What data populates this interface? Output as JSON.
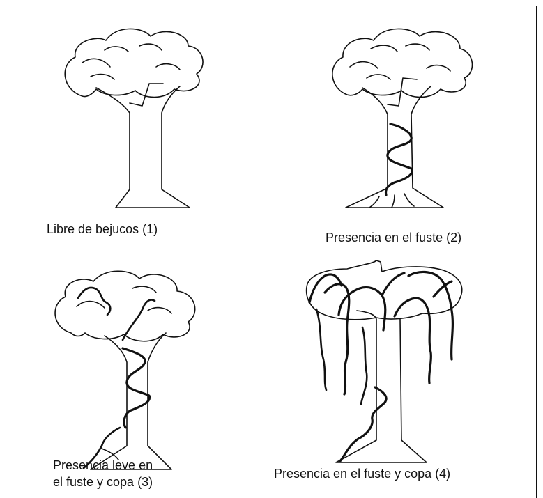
{
  "figure": {
    "panels": [
      {
        "id": 1,
        "caption_lines": [
          "Libre de bejucos (1)"
        ]
      },
      {
        "id": 2,
        "caption_lines": [
          "Presencia en el fuste (2)"
        ]
      },
      {
        "id": 3,
        "caption_lines": [
          "Presencia leve en",
          "el fuste y copa (3)"
        ]
      },
      {
        "id": 4,
        "caption_lines": [
          "Presencia en el fuste y copa (4)"
        ]
      }
    ]
  }
}
